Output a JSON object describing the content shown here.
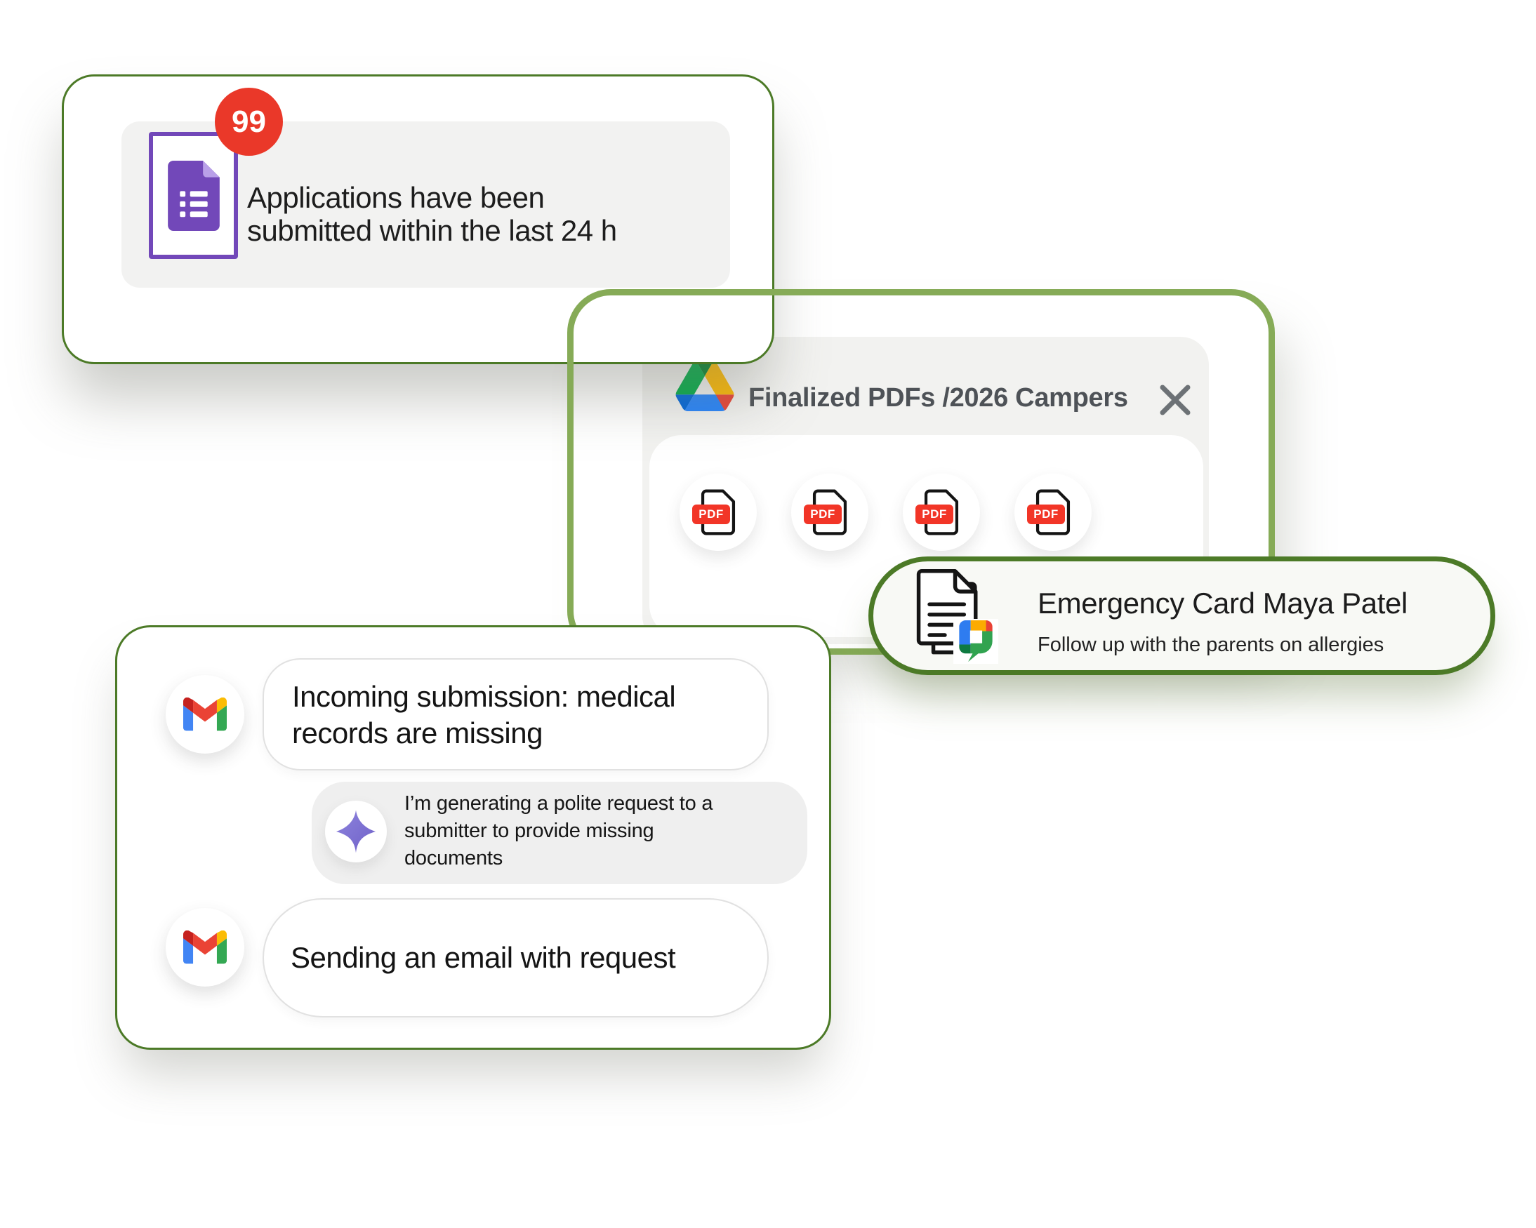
{
  "colors": {
    "thin_border_green": "#4c7a27",
    "thick_border_green": "#86ab57",
    "badge_red": "#ea3829",
    "pdf_red": "#f23527",
    "forms_purple": "#7248b9",
    "sparkle_purple": "#7f72cc",
    "drive_title_gray": "#4e5257"
  },
  "forms_card": {
    "icon": "google-forms-icon",
    "badge_count": "99",
    "message_lines": [
      "Applications have been",
      "submitted within the last 24 h"
    ]
  },
  "drive_card": {
    "icon": "google-drive-icon",
    "title": "Finalized PDFs /2026 Campers",
    "files": [
      {
        "label": "PDF"
      },
      {
        "label": "PDF"
      },
      {
        "label": "PDF"
      },
      {
        "label": "PDF"
      }
    ]
  },
  "emergency_card": {
    "icon": "documents-chat-icon",
    "title": "Emergency Card Maya Patel",
    "subtitle": "Follow up with the parents on allergies"
  },
  "gmail_thread": {
    "incoming_lines": [
      "Incoming submission: medical",
      "records are missing"
    ],
    "ai_lines": [
      "I’m generating a polite request to a",
      "submitter to provide missing",
      "documents"
    ],
    "outgoing_line": "Sending an email with request"
  }
}
